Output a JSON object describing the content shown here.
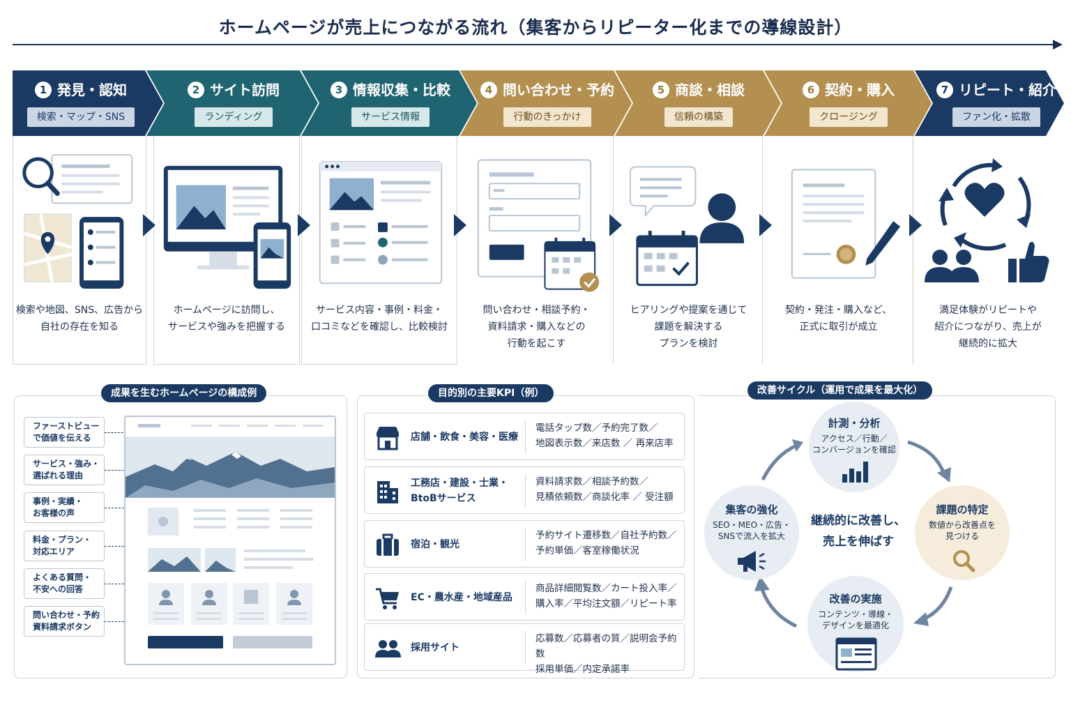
{
  "title": "ホームページが売上につながる流れ（集客からリピーター化までの導線設計）",
  "colors": {
    "navy": "#1b3a63",
    "teal": "#1f6470",
    "gold": "#b38f50",
    "line": "#c9d3de"
  },
  "steps": [
    {
      "num": "1",
      "name": "発見・認知",
      "sub": "検索・マップ・SNS",
      "desc": "検索や地図、SNS、広告から\n自社の存在を知る"
    },
    {
      "num": "2",
      "name": "サイト訪問",
      "sub": "ランディング",
      "desc": "ホームページに訪問し、\nサービスや強みを把握する"
    },
    {
      "num": "3",
      "name": "情報収集・比較",
      "sub": "サービス情報",
      "desc": "サービス内容・事例・料金・\n口コミなどを確認し、比較検討"
    },
    {
      "num": "4",
      "name": "問い合わせ・予約",
      "sub": "行動のきっかけ",
      "desc": "問い合わせ・相談予約・\n資料請求・購入などの\n行動を起こす"
    },
    {
      "num": "5",
      "name": "商談・相談",
      "sub": "信頼の構築",
      "desc": "ヒアリングや提案を通じて\n課題を解決する\nプランを検討"
    },
    {
      "num": "6",
      "name": "契約・購入",
      "sub": "クロージング",
      "desc": "契約・発注・購入など、\n正式に取引が成立"
    },
    {
      "num": "7",
      "name": "リピート・紹介",
      "sub": "ファン化・拡散",
      "desc": "満足体験がリピートや\n紹介につながり、売上が\n継続的に拡大"
    }
  ],
  "website": {
    "label": "成果を生むホームページの構成例",
    "tags": [
      "ファーストビュー\nで価値を伝える",
      "サービス・強み・\n選ばれる理由",
      "事例・実績・\nお客様の声",
      "料金・プラン・\n対応エリア",
      "よくある質問・\n不安への回答",
      "問い合わせ・予約\n資料請求ボタン"
    ]
  },
  "kpi": {
    "label": "目的別の主要KPI（例）",
    "rows": [
      {
        "icon": "shop-icon",
        "industry": "店舗・飲食・美容・医療",
        "metrics": "電話タップ数／予約完了数／\n地図表示数／来店数 ／ 再来店率"
      },
      {
        "icon": "building-icon",
        "industry": "工務店・建設・士業・\nBtoBサービス",
        "metrics": "資料請求数／相談予約数／\n見積依頼数／商談化率 ／ 受注額"
      },
      {
        "icon": "suitcase-icon",
        "industry": "宿泊・観光",
        "metrics": "予約サイト遷移数／自社予約数／\n予約単価／客室稼働状況"
      },
      {
        "icon": "cart-icon",
        "industry": "EC・農水産・地域産品",
        "metrics": "商品詳細閲覧数／カート投入率／\n購入率／平均注文額／リピート率"
      },
      {
        "icon": "people-icon",
        "industry": "採用サイト",
        "metrics": "応募数／応募者の質／説明会予約数\n採用単価／内定承諾率"
      }
    ]
  },
  "cycle": {
    "label": "改善サイクル（運用で成果を最大化）",
    "center": "継続的に改善し、\n売上を伸ばす",
    "nodes": [
      {
        "title": "計測・分析",
        "desc": "アクセス／行動／\nコンバージョンを確認"
      },
      {
        "title": "課題の特定",
        "desc": "数値から改善点を\n見つける"
      },
      {
        "title": "改善の実施",
        "desc": "コンテンツ・導線・\nデザインを最適化"
      },
      {
        "title": "集客の強化",
        "desc": "SEO・MEO・広告・\nSNSで流入を拡大"
      }
    ]
  }
}
